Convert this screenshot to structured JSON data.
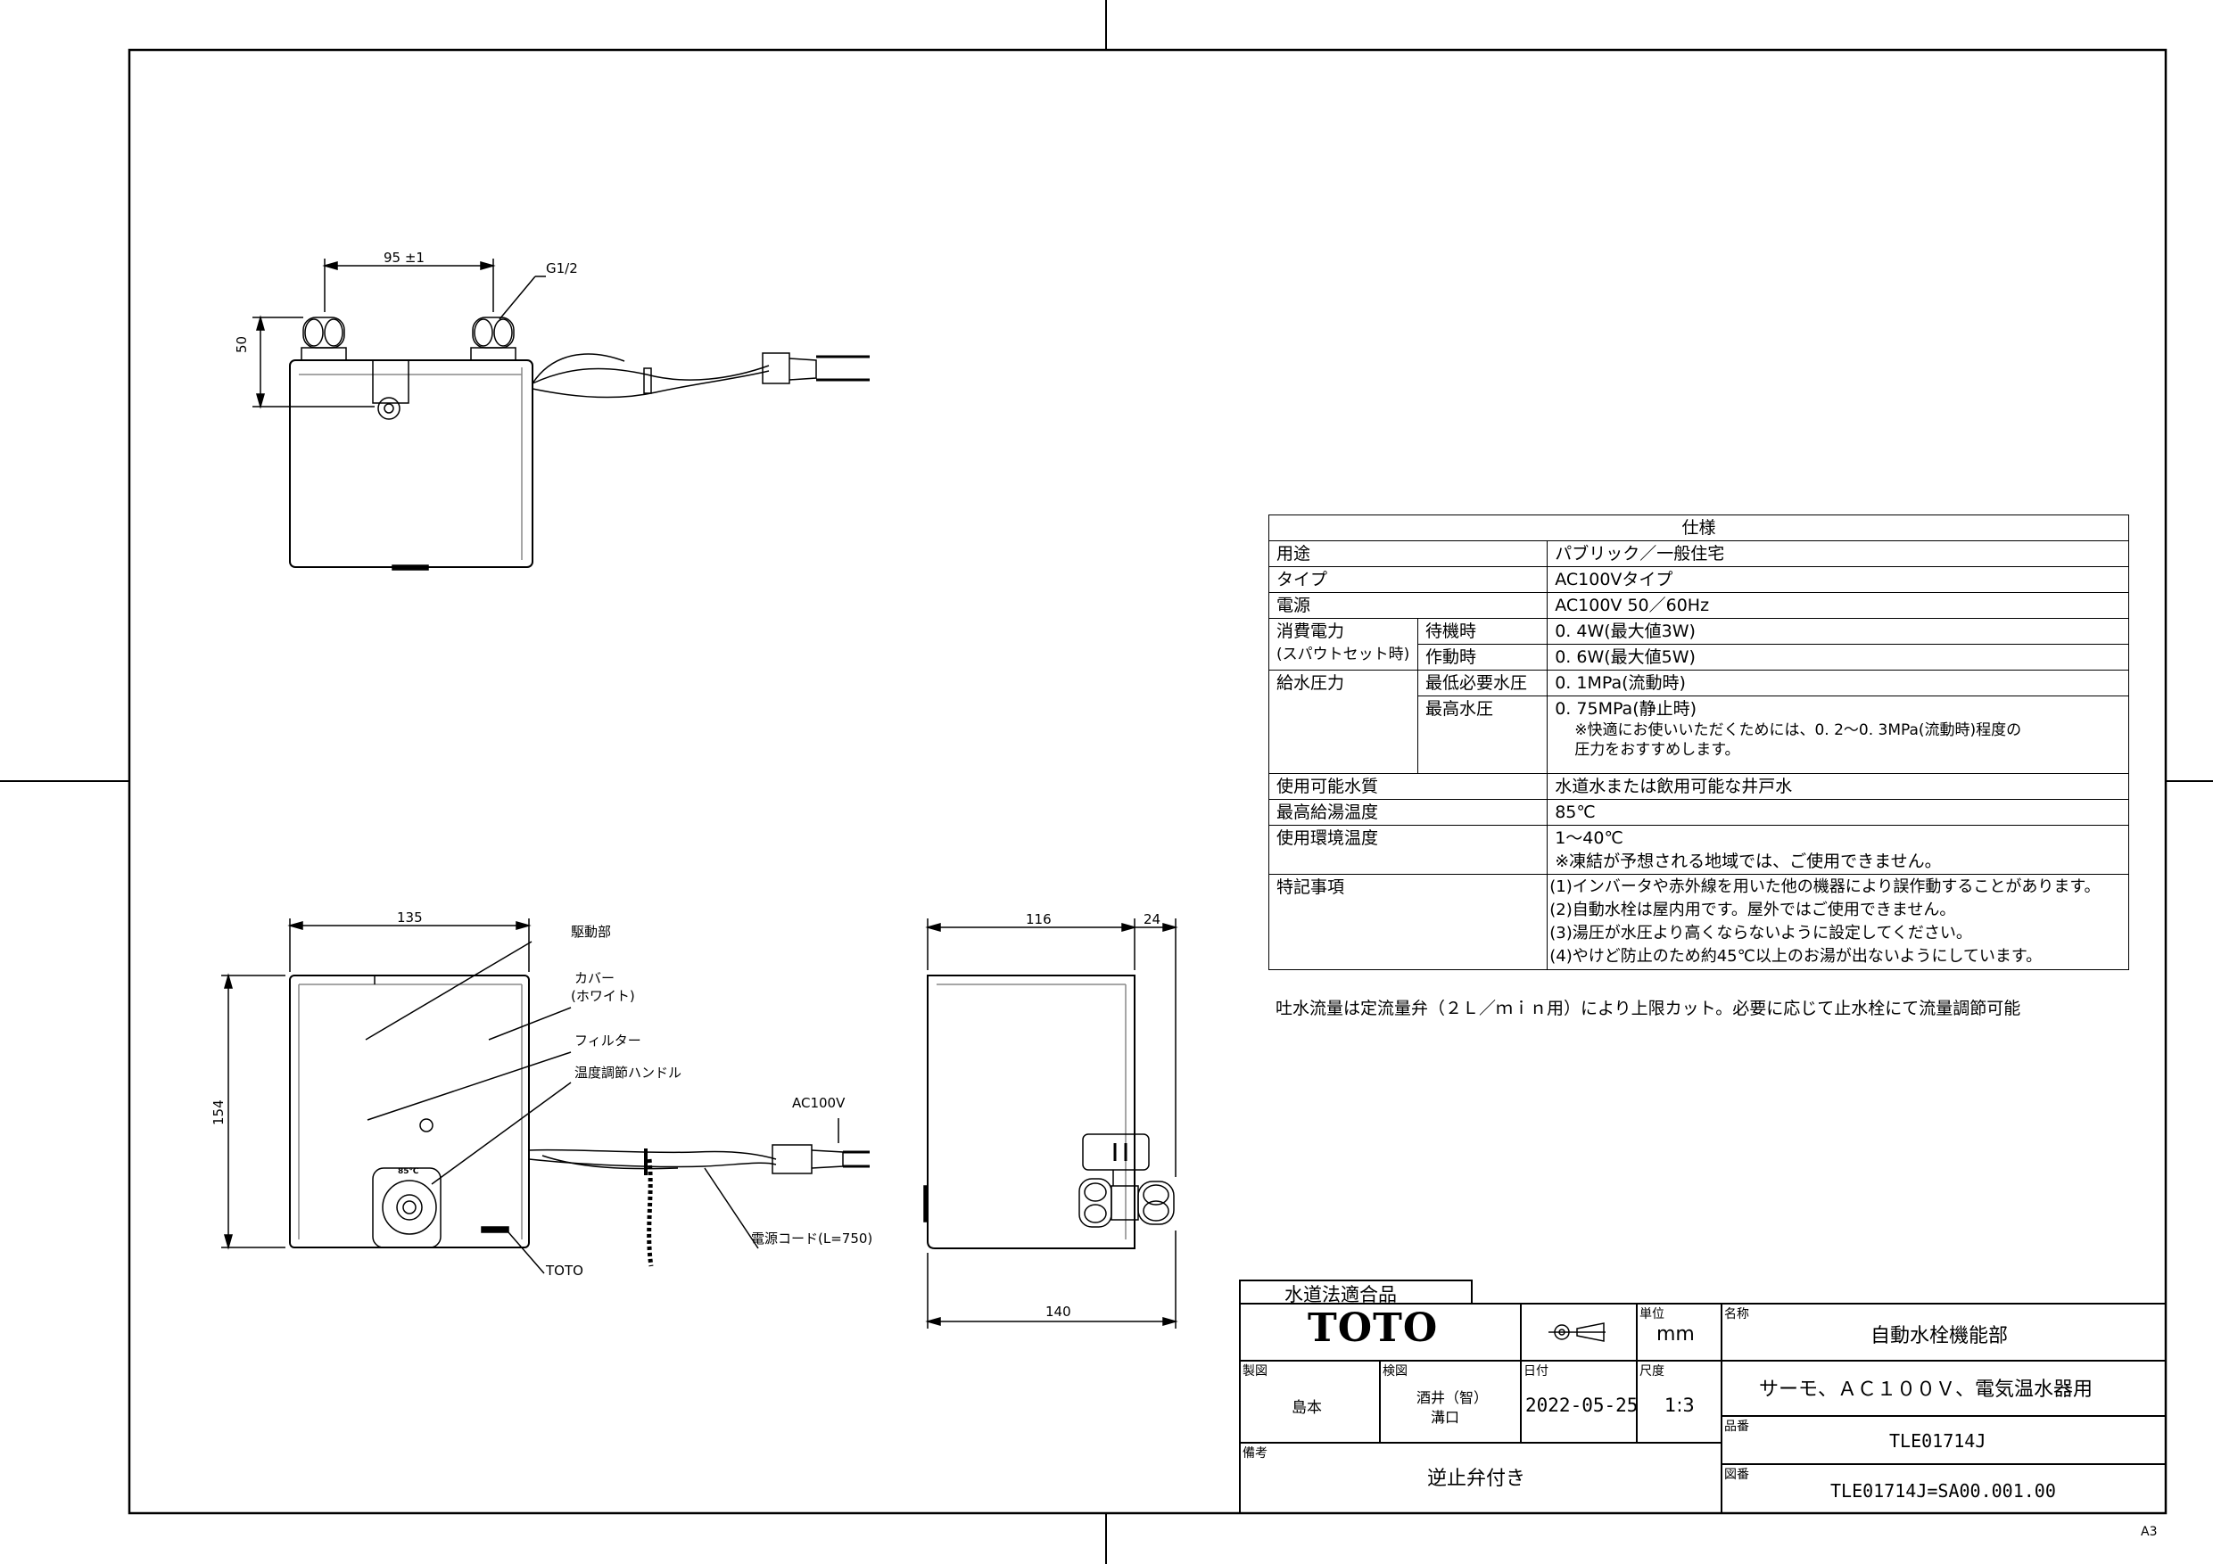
{
  "sheet_size": "A3",
  "dimensions": {
    "top_pitch": "95 ±1",
    "thread": "G1/2",
    "top_height": "50",
    "front_width": "135",
    "front_height": "154",
    "side_depth": "116",
    "side_extra": "24",
    "side_total": "140",
    "plug_label": "AC100V"
  },
  "callouts": {
    "drive_unit": "駆動部",
    "cover_line1": "カバー",
    "cover_line2": "(ホワイト)",
    "filter": "フィルター",
    "temp_handle": "温度調節ハンドル",
    "power_cord": "電源コード(L=750)",
    "logo_mark": "TOTO",
    "knob_temp": "85℃"
  },
  "spec": {
    "title": "仕様",
    "rows": {
      "use_label": "用途",
      "use_value": "パブリック／一般住宅",
      "type_label": "タイプ",
      "type_value": "AC100Vタイプ",
      "power_label": "電源",
      "power_value": "AC100V 50／60Hz",
      "consumption_label_1": "消費電力",
      "consumption_label_2": "(スパウトセット時)",
      "standby_label": "待機時",
      "standby_value": "0. 4W(最大値3W)",
      "operating_label": "作動時",
      "operating_value": "0. 6W(最大値5W)",
      "pressure_label": "給水圧力",
      "min_pressure_label": "最低必要水圧",
      "min_pressure_value": "0. 1MPa(流動時)",
      "max_pressure_label": "最高水圧",
      "max_pressure_value": "0. 75MPa(静止時)",
      "pressure_note_1": "※快適にお使いいただくためには、0. 2～0. 3MPa(流動時)程度の",
      "pressure_note_2": "圧力をおすすめします。",
      "water_label": "使用可能水質",
      "water_value": "水道水または飲用可能な井戸水",
      "max_hot_label": "最高給湯温度",
      "max_hot_value": "85℃",
      "env_label": "使用環境温度",
      "env_value": "1～40℃",
      "env_note": "※凍結が予想される地域では、ご使用できません。",
      "remarks_label": "特記事項",
      "remark_1": "(1)インバータや赤外線を用いた他の機器により誤作動することがあります。",
      "remark_2": "(2)自動水栓は屋内用です。屋外ではご使用できません。",
      "remark_3": "(3)湯圧が水圧より高くならないように設定してください。",
      "remark_4": "(4)やけど防止のため約45℃以上のお湯が出ないようにしています。"
    }
  },
  "flow_note": "吐水流量は定流量弁（２Ｌ／ｍｉｎ用）により上限カット。必要に応じて止水栓にて流量調節可能",
  "title_block": {
    "compliance": "水道法適合品",
    "brand": "TOTO",
    "unit_label": "単位",
    "unit_value": "mm",
    "name_label": "名称",
    "name_value": "自動水栓機能部",
    "subtitle": "サーモ、ＡＣ１００Ｖ、電気温水器用",
    "drawn_label": "製図",
    "drawn_value": "島本",
    "checked_label": "検図",
    "checked_value_1": "酒井（智）",
    "checked_value_2": "溝口",
    "date_label": "日付",
    "date_value": "2022-05-25",
    "scale_label": "尺度",
    "scale_value": "1:3",
    "part_label": "品番",
    "part_value": "TLE01714J",
    "remarks_label": "備考",
    "remarks_value": "逆止弁付き",
    "drawing_label": "図番",
    "drawing_value": "TLE01714J=SA00.001.00"
  }
}
